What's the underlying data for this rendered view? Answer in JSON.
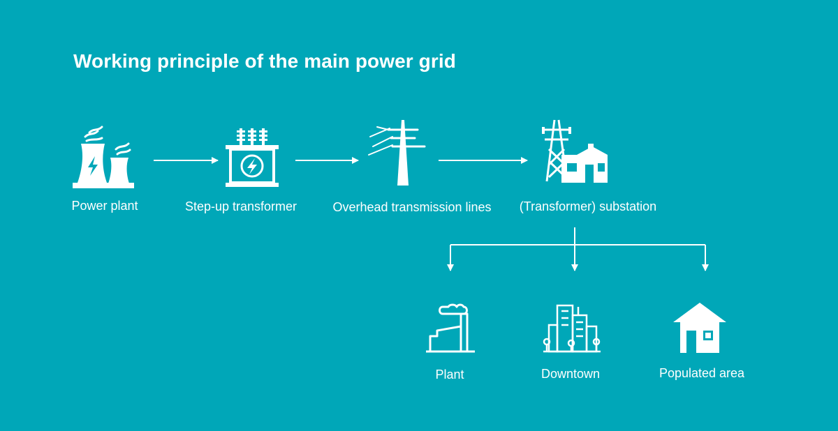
{
  "title": "Working principle of the main power grid",
  "colors": {
    "background": "#00A7B8",
    "foreground": "#FFFFFF"
  },
  "nodes": {
    "power_plant": {
      "label": "Power plant",
      "icon": "power-plant-icon"
    },
    "step_up_transformer": {
      "label": "Step-up transformer",
      "icon": "transformer-icon"
    },
    "transmission_lines": {
      "label": "Overhead transmission lines",
      "icon": "transmission-tower-icon"
    },
    "substation": {
      "label": "(Transformer) substation",
      "icon": "substation-icon"
    },
    "plant": {
      "label": "Plant",
      "icon": "factory-icon"
    },
    "downtown": {
      "label": "Downtown",
      "icon": "city-buildings-icon"
    },
    "populated_area": {
      "label": "Populated area",
      "icon": "house-icon"
    }
  }
}
